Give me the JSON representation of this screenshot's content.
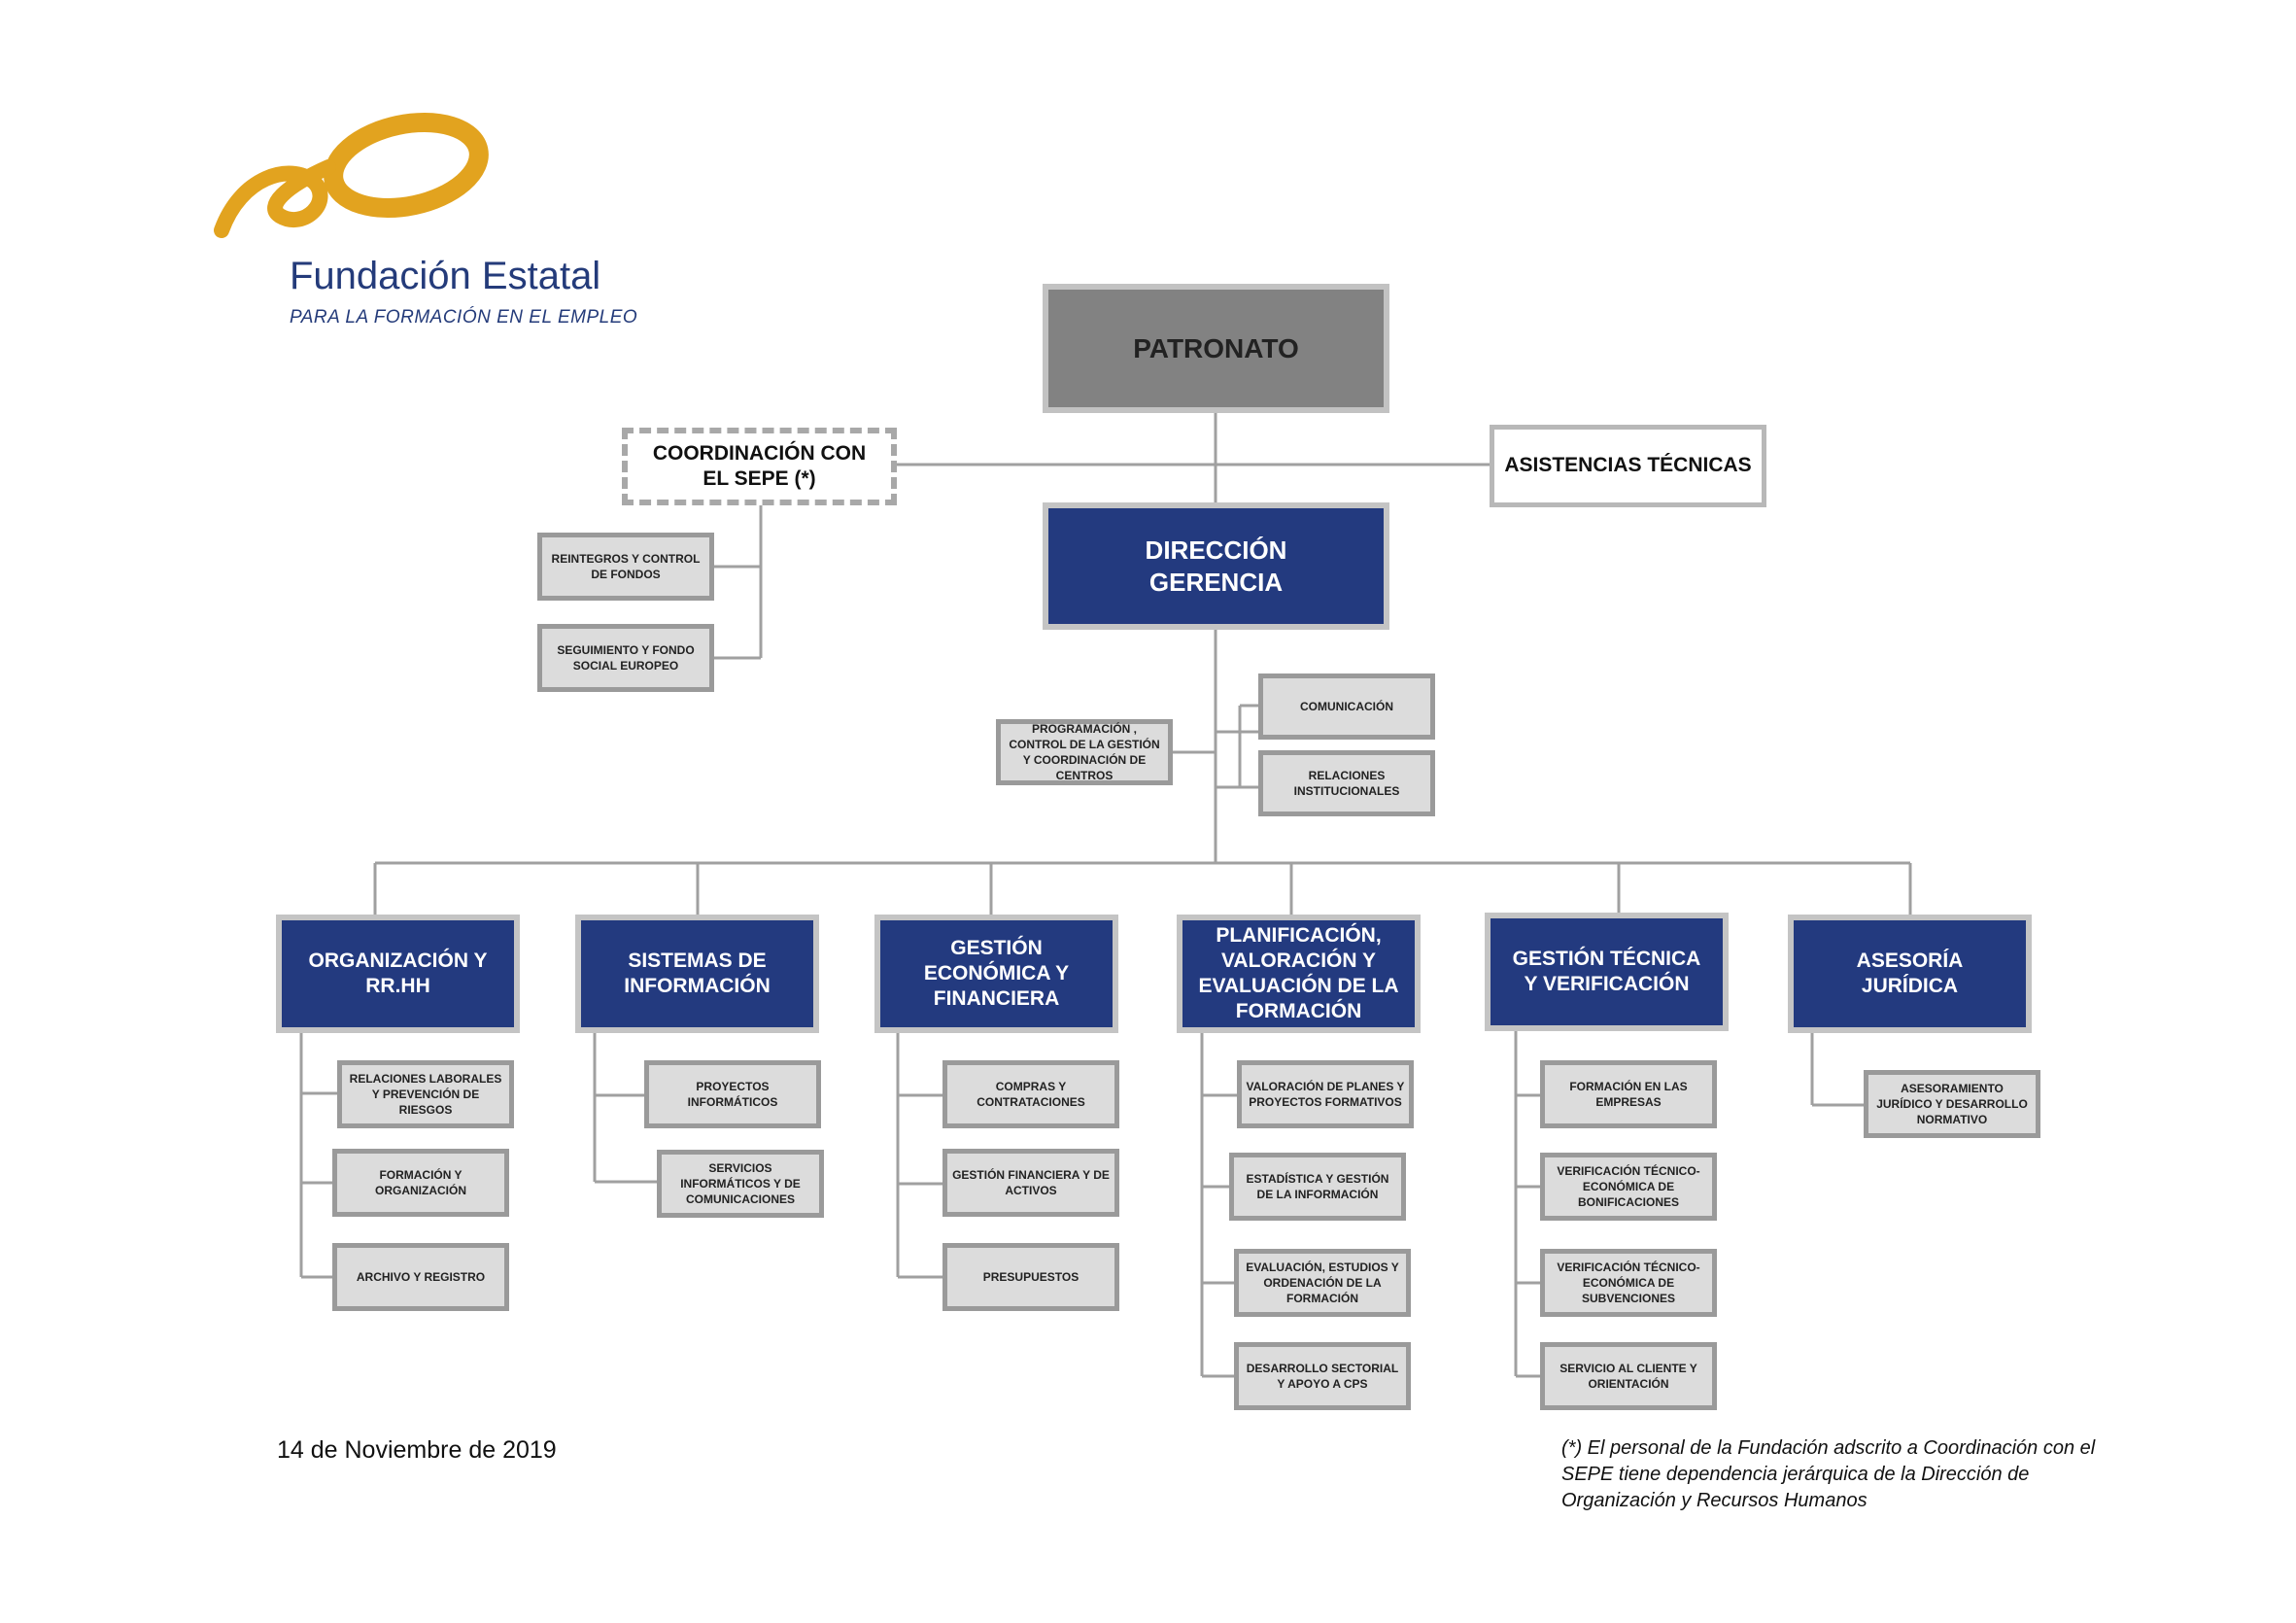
{
  "logo": {
    "title": "Fundación Estatal",
    "subtitle": "PARA LA FORMACIÓN EN EL EMPLEO",
    "symbol_color": "#e2a31f",
    "text_color": "#243b7a"
  },
  "colors": {
    "area_fill": "#233a7f",
    "sub_fill": "#dcdcdc",
    "top_fill": "#828282"
  },
  "top": {
    "patronato": "PATRONATO",
    "coordinacion": "COORDINACIÓN CON EL SEPE (*)",
    "asistencias": "ASISTENCIAS TÉCNICAS",
    "direccion": "DIRECCIÓN GERENCIA"
  },
  "coordinacion_units": [
    "REINTEGROS Y CONTROL DE FONDOS",
    "SEGUIMIENTO Y FONDO SOCIAL EUROPEO"
  ],
  "direccion_staff": {
    "left": "PROGRAMACIÓN , CONTROL DE LA GESTIÓN Y COORDINACIÓN DE CENTROS",
    "right": [
      "COMUNICACIÓN",
      "RELACIONES INSTITUCIONALES"
    ]
  },
  "areas": [
    {
      "title": "ORGANIZACIÓN Y RR.HH",
      "units": [
        "RELACIONES LABORALES Y PREVENCIÓN DE RIESGOS",
        "FORMACIÓN Y ORGANIZACIÓN",
        "ARCHIVO Y REGISTRO"
      ]
    },
    {
      "title": "SISTEMAS DE INFORMACIÓN",
      "units": [
        "PROYECTOS INFORMÁTICOS",
        "SERVICIOS INFORMÁTICOS Y DE COMUNICACIONES"
      ]
    },
    {
      "title": "GESTIÓN ECONÓMICA Y FINANCIERA",
      "units": [
        "COMPRAS Y CONTRATACIONES",
        "GESTIÓN FINANCIERA Y DE ACTIVOS",
        "PRESUPUESTOS"
      ]
    },
    {
      "title": "PLANIFICACIÓN, VALORACIÓN Y EVALUACIÓN DE LA FORMACIÓN",
      "units": [
        "VALORACIÓN DE PLANES Y PROYECTOS FORMATIVOS",
        "ESTADÍSTICA Y GESTIÓN DE LA INFORMACIÓN",
        "EVALUACIÓN, ESTUDIOS Y ORDENACIÓN DE LA FORMACIÓN",
        "DESARROLLO SECTORIAL Y APOYO A CPS"
      ]
    },
    {
      "title": "GESTIÓN TÉCNICA Y VERIFICACIÓN",
      "units": [
        "FORMACIÓN EN LAS EMPRESAS",
        "VERIFICACIÓN TÉCNICO- ECONÓMICA DE BONIFICACIONES",
        "VERIFICACIÓN TÉCNICO- ECONÓMICA DE SUBVENCIONES",
        "SERVICIO AL CLIENTE Y ORIENTACIÓN"
      ]
    },
    {
      "title": "ASESORÍA JURÍDICA",
      "units": [
        "ASESORAMIENTO JURÍDICO Y DESARROLLO NORMATIVO"
      ]
    }
  ],
  "footer": {
    "date": "14 de Noviembre de 2019",
    "note": "(*) El personal de la Fundación adscrito a Coordinación con el SEPE tiene dependencia jerárquica de la Dirección de Organización y Recursos Humanos"
  }
}
